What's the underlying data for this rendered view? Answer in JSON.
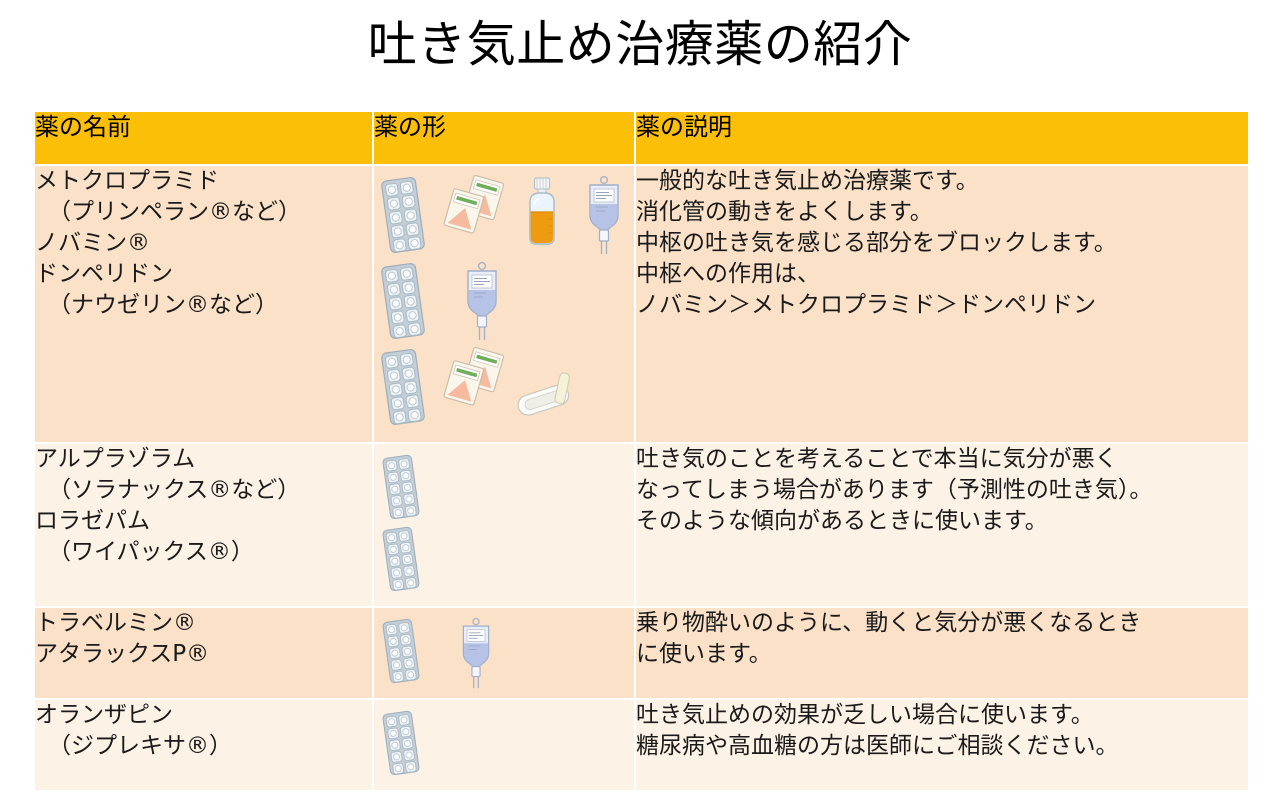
{
  "slide": {
    "title": "吐き気止め治療薬の紹介",
    "accent_color": "#FCBF07",
    "row_tone_dark": "#FAE1C8",
    "row_tone_light": "#FDF2E6"
  },
  "table": {
    "headers": [
      {
        "label": "薬の名前"
      },
      {
        "label": "薬の形"
      },
      {
        "label": "薬の説明"
      }
    ],
    "rows": [
      {
        "tone": "dark",
        "names": [
          {
            "text": "メトクロプラミド",
            "indent": false,
            "reg": false
          },
          {
            "text": "（プリンペラン®など）",
            "indent": true,
            "reg": false
          },
          {
            "text": "ノバミン®",
            "indent": false,
            "reg": false
          },
          {
            "text": "ドンペリドン",
            "indent": false,
            "reg": false
          },
          {
            "text": "（ナウゼリン®など）",
            "indent": true,
            "reg": false
          }
        ],
        "forms": [
          [
            "blister-pack-icon",
            "powder-sachet-icon",
            "syrup-bottle-icon",
            "iv-drip-bag-icon"
          ],
          [
            "blister-pack-icon",
            "iv-drip-bag-icon"
          ],
          [
            "blister-pack-icon",
            "powder-sachet-icon",
            "suppository-icon"
          ]
        ],
        "description": [
          "一般的な吐き気止め治療薬です。",
          "消化管の動きをよくします。",
          "中枢の吐き気を感じる部分をブロックします。",
          "中枢への作用は、",
          "ノバミン＞メトクロプラミド＞ドンペリドン"
        ]
      },
      {
        "tone": "light",
        "names": [
          {
            "text": "アルプラゾラム",
            "indent": false,
            "reg": false
          },
          {
            "text": "（ソラナックス®など）",
            "indent": true,
            "reg": false
          },
          {
            "text": "ロラゼパム",
            "indent": false,
            "reg": false
          },
          {
            "text": "（ワイパックス®）",
            "indent": true,
            "reg": false
          }
        ],
        "forms": [
          [
            "blister-pack-icon"
          ],
          [
            "blister-pack-icon"
          ]
        ],
        "description": [
          "吐き気のことを考えることで本当に気分が悪く",
          "なってしまう場合があります（予測性の吐き気）。",
          "そのような傾向があるときに使います。"
        ]
      },
      {
        "tone": "dark",
        "names": [
          {
            "text": "トラベルミン®",
            "indent": false,
            "reg": false
          },
          {
            "text": "アタラックスP®",
            "indent": false,
            "reg": false
          }
        ],
        "forms": [
          [
            "blister-pack-icon",
            "iv-drip-bag-icon"
          ]
        ],
        "description": [
          "乗り物酔いのように、動くと気分が悪くなるとき",
          "に使います。"
        ]
      },
      {
        "tone": "light",
        "names": [
          {
            "text": "オランザピン",
            "indent": false,
            "reg": false
          },
          {
            "text": "（ジプレキサ®）",
            "indent": true,
            "reg": false
          }
        ],
        "forms": [
          [
            "blister-pack-icon"
          ]
        ],
        "description": [
          "吐き気止めの効果が乏しい場合に使います。",
          "糖尿病や高血糖の方は医師にご相談ください。"
        ]
      }
    ]
  }
}
